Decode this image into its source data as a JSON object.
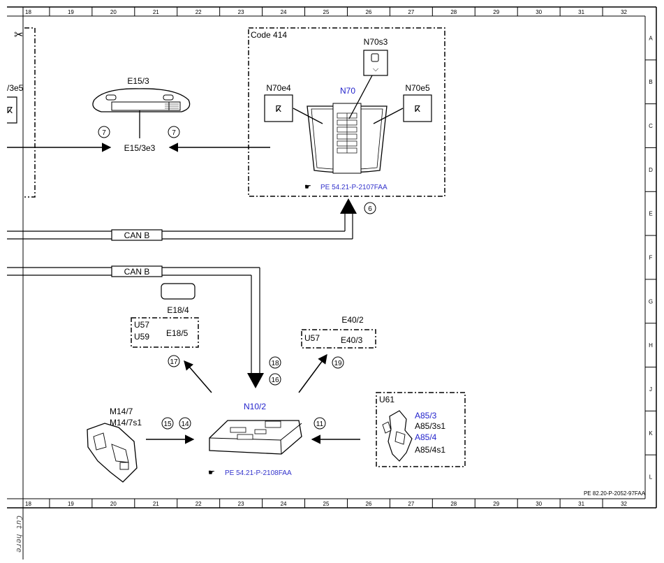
{
  "ruler": {
    "columns": [
      "18",
      "19",
      "20",
      "21",
      "22",
      "23",
      "24",
      "25",
      "26",
      "27",
      "28",
      "29",
      "30",
      "31",
      "32"
    ],
    "rows": [
      "A",
      "B",
      "C",
      "D",
      "E",
      "F",
      "G",
      "H",
      "J",
      "K",
      "L"
    ]
  },
  "cut_here": "Cut here",
  "drawing_ref": "PE 82.20-P-2052-97FAA",
  "bus": {
    "top": "CAN B",
    "bottom": "CAN B"
  },
  "left_fragment": {
    "label": "/3e5"
  },
  "e15": {
    "top": "E15/3",
    "bottom": "E15/3e3",
    "num_left": "7",
    "num_right": "7"
  },
  "code414": {
    "title": "Code 414",
    "n70s3": "N70s3",
    "n70e4": "N70e4",
    "n70": "N70",
    "n70e5": "N70e5",
    "ref": "PE 54.21-P-2107FAA",
    "num": "6"
  },
  "e18": {
    "top": "E18/4",
    "u57": "U57",
    "u59": "U59",
    "inner": "E18/5",
    "num": "17"
  },
  "e40": {
    "top": "E40/2",
    "u57": "U57",
    "inner": "E40/3",
    "num": "19"
  },
  "n10": {
    "label": "N10/2",
    "ref": "PE 54.21-P-2108FAA",
    "num_a": "18",
    "num_b": "16"
  },
  "m14": {
    "line1": "M14/7",
    "line2": "M14/7s1",
    "num_a": "15",
    "num_b": "14"
  },
  "u61": {
    "title": "U61",
    "a1": "A85/3",
    "a2": "A85/3s1",
    "a3": "A85/4",
    "a4": "A85/4s1",
    "num": "11"
  }
}
